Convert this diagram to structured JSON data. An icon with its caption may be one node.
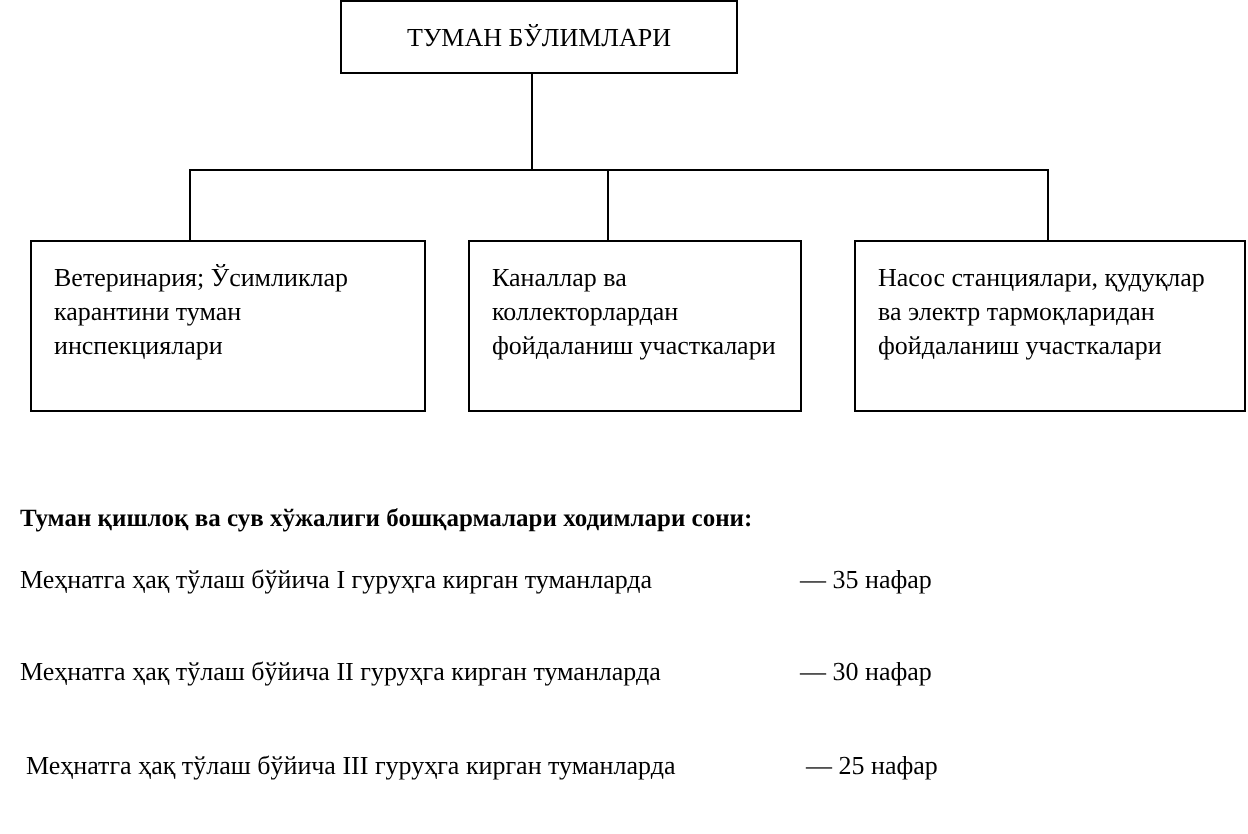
{
  "diagram": {
    "nodes": [
      {
        "text": [
          "ТУМАН БЎЛИМЛАРИ"
        ]
      },
      {
        "text": [
          "Ветеринария; Ўсимликлар карантини туман инспекциялари"
        ]
      },
      {
        "text": [
          "Каналлар ва коллекторлардан фойдаланиш участкалари"
        ]
      },
      {
        "text": [
          "Насос станциялари, қудуқлар ва электр тармоқларидан фойдаланиш участкалари"
        ]
      }
    ],
    "edges": [
      {
        "from": 0,
        "to": 1,
        "arrow": "none"
      },
      {
        "from": 0,
        "to": 2,
        "arrow": "none"
      },
      {
        "from": 0,
        "to": 3,
        "arrow": "none"
      }
    ],
    "labels": [
      "Туман қишлоқ ва сув хўжалиги бошқармалари ходимлари сони:",
      "Меҳнатга ҳақ тўлаш бўйича I гуруҳга кирган туманларда",
      "— 35 нафар",
      "Меҳнатга ҳақ тўлаш бўйича II гуруҳга кирган туманларда",
      "— 30 нафар",
      "Меҳнатга ҳақ тўлаш бўйича III гуруҳга кирган туманларда",
      "— 25 нафар"
    ]
  }
}
